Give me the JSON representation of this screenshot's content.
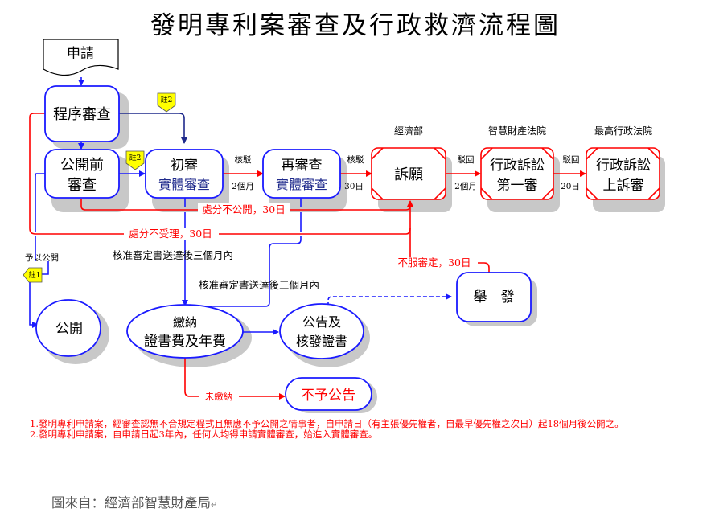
{
  "title": "發明專利案審查及行政救濟流程圖",
  "colors": {
    "blue": "#1a1aff",
    "red": "#ff0000",
    "navy": "#1f2a8c",
    "note_yellow": "#ffff00",
    "shadow": "#c8c8c8"
  },
  "nodes": {
    "apply": "申請",
    "procedural_review": "程序審查",
    "pre_publication_l1": "公開前",
    "pre_publication_l2": "審查",
    "initial_l1": "初審",
    "initial_l2": "實體審查",
    "reexam_l1": "再審查",
    "reexam_l2": "實體審查",
    "appeal": "訴願",
    "ipc_l1": "行政訴訟",
    "ipc_l2": "第一審",
    "sac_l1": "行政訴訟",
    "sac_l2": "上訴審",
    "publish": "公開",
    "pay_l1": "繳納",
    "pay_l2": "證書費及年費",
    "announce_l1": "公告及",
    "announce_l2": "核發證書",
    "not_announce": "不予公告",
    "invalidation": "舉　發"
  },
  "agencies": {
    "moea": "經濟部",
    "ip_court": "智慧財產法院",
    "supreme_admin": "最高行政法院"
  },
  "edge_labels": {
    "reject1_top": "核駁",
    "reject1_bottom": "2個月",
    "reject2_top": "核駁",
    "reject2_bottom": "30日",
    "dismiss1_top": "駁回",
    "dismiss1_bottom": "2個月",
    "dismiss2_top": "駁回",
    "dismiss2_bottom": "20日",
    "no_publish": "處分不公開，30日",
    "not_accepted": "處分不受理，30日",
    "approve1": "核准審定書送達後三個月內",
    "approve2": "核准審定書送達後三個月內",
    "disagree": "不服審定，30日",
    "unpaid": "未繳納",
    "publish_label": "予以公開"
  },
  "note_tags": {
    "note1": "註1",
    "note2a": "註2",
    "note2b": "註2"
  },
  "footnotes": [
    "1.發明專利申請案，經審查認無不合規定程式且無應不予公開之情事者，自申請日（有主張優先權者，自最早優先權之次日）起18個月後公開之。",
    "2.發明專利申請案，自申請日起3年內，任何人均得申請實體審查，始進入實體審查。"
  ],
  "source": "圖來自：經濟部智慧財產局",
  "source_mark": "↵"
}
